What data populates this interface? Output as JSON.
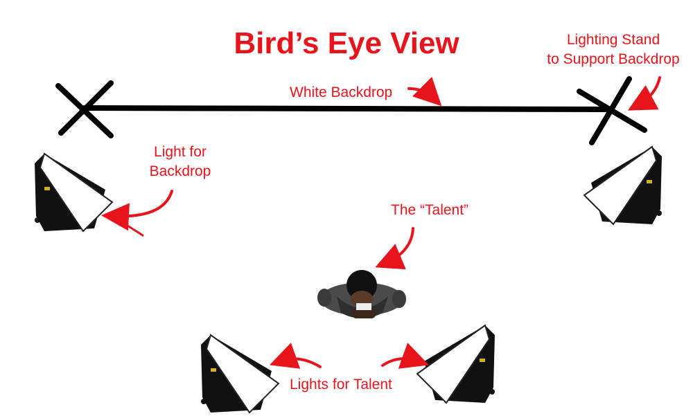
{
  "title": "Bird’s Eye View",
  "labels": {
    "stand_line1": "Lighting Stand",
    "stand_line2": "to Support Backdrop",
    "backdrop": "White Backdrop",
    "light_backdrop_line1": "Light for",
    "light_backdrop_line2": "Backdrop",
    "talent": "The “Talent”",
    "lights_talent": "Lights for Talent"
  },
  "colors": {
    "annotation": "#e8141b",
    "lines": "#000000",
    "softbox_face": "#ffffff",
    "softbox_body": "#111111"
  },
  "icons": {
    "stand_markers": "x-mark-icon",
    "softboxes": "softbox-light-icon",
    "person": "person-top-view-icon",
    "pointers": "curved-arrow-icon"
  }
}
